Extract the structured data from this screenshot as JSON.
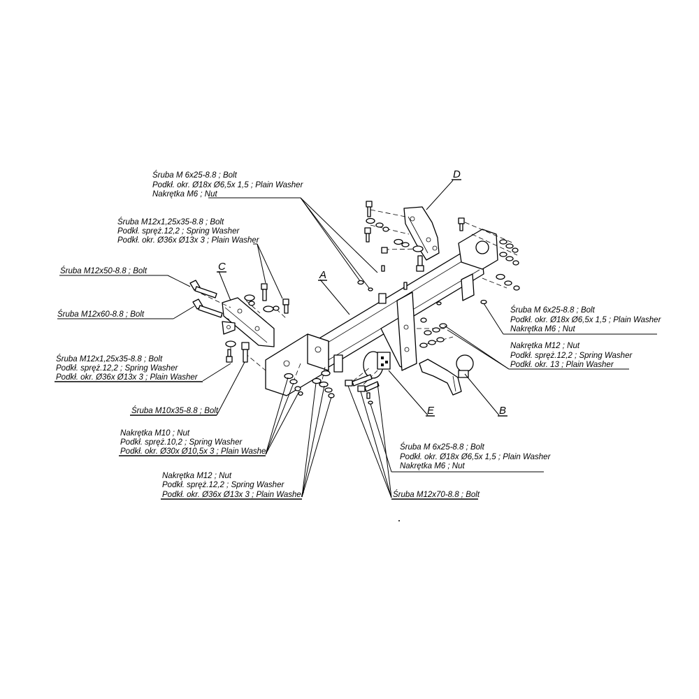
{
  "parts": {
    "A": "A",
    "B": "B",
    "C": "C",
    "D": "D",
    "E": "E"
  },
  "callouts": {
    "top_m6": [
      "Śruba M 6x25-8.8 ;  Bolt",
      "Podkł. okr.  Ø18x Ø6,5x 1,5 ; Plain Washer",
      "Nakrętka  M6 ; Nut"
    ],
    "m12x125_top": [
      "Śruba M12x1,25x35-8.8 ;  Bolt",
      "Podkł. spręż.12,2 ; Spring Washer",
      "Podkł. okr.  Ø36x Ø13x 3 ; Plain Washer"
    ],
    "m12x50": [
      "Śruba M12x50-8.8 ;  Bolt"
    ],
    "m12x60": [
      "Śruba M12x60-8.8 ;  Bolt"
    ],
    "m12x125_left": [
      "Śruba M12x1,25x35-8.8 ;  Bolt",
      "Podkł. spręż.12,2 ; Spring Washer",
      "Podkł. okr.  Ø36x Ø13x 3 ; Plain Washer"
    ],
    "m10x35": [
      "Śruba M10x35-8.8 ;  Bolt"
    ],
    "m10_nut": [
      "Nakrętka  M10 ; Nut",
      "Podkł. spręż.10,2 ; Spring Washer",
      "Podkł. okr.  Ø30x Ø10,5x 3 ; Plain Washer"
    ],
    "m12_nut_bottom": [
      "Nakrętka  M12 ; Nut",
      "Podkł. spręż.12,2 ; Spring Washer",
      "Podkł. okr.  Ø36x Ø13x 3 ; Plain Washer"
    ],
    "m6_right": [
      "Śruba M 6x25-8.8 ;  Bolt",
      "Podkł. okr.  Ø18x Ø6,5x 1,5 ; Plain Washer",
      "Nakrętka  M6 ; Nut"
    ],
    "m12_nut_right": [
      "Nakrętka  M12 ; Nut",
      "Podkł. spręż.12,2 ; Spring Washer",
      "Podkł. okr. 13 ; Plain Washer"
    ],
    "m6_bottom": [
      "Śruba M 6x25-8.8 ;  Bolt",
      "Podkł. okr.  Ø18x Ø6,5x 1,5 ; Plain Washer",
      "Nakrętka  M6 ; Nut"
    ],
    "m12x70": [
      "Śruba M12x70-8.8 ;  Bolt"
    ]
  }
}
